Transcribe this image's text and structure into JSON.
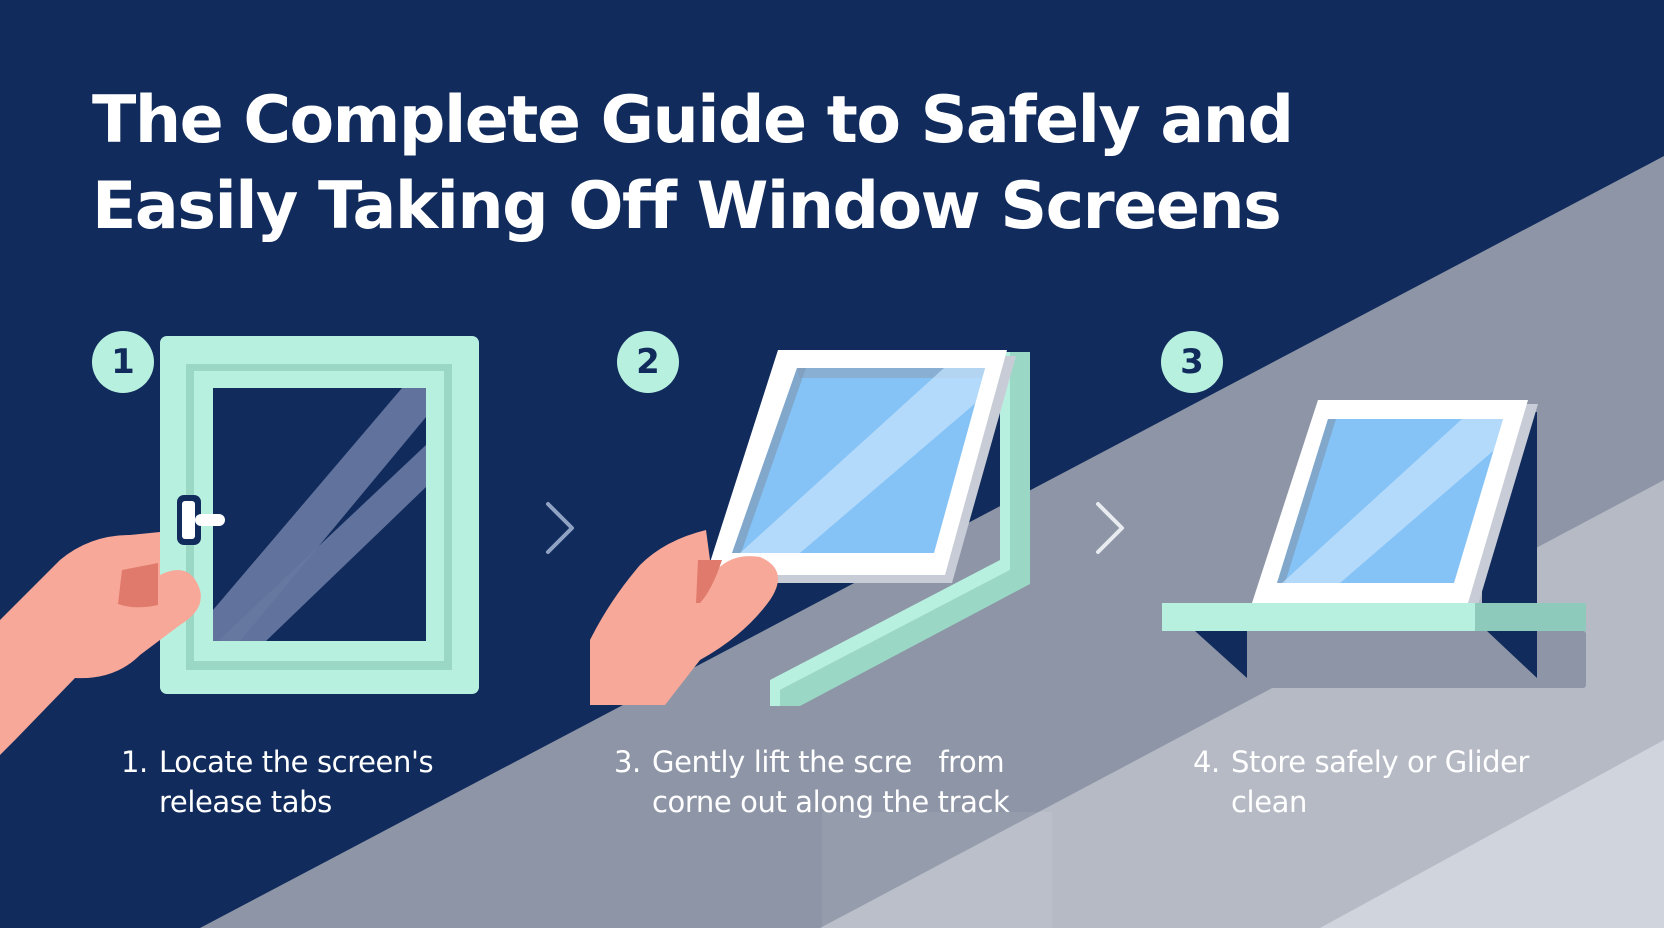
{
  "title": {
    "line1": "The Complete Guide to Safely and",
    "line2": "Easily Taking Off Window Screens"
  },
  "colors": {
    "navy": "#112b5c",
    "band_mid": "#8d95a6",
    "band_light": "#b9bec9",
    "band_lightest": "#d0d4dc",
    "mint": "#b8f0df",
    "mint_dark": "#8ecabb",
    "skin": "#f7a898",
    "skin_shadow": "#e07a6c",
    "glass": "#85c3f7",
    "white": "#ffffff"
  },
  "steps": [
    {
      "badge": "1",
      "number": "1.",
      "lines": [
        "Locate the screen's",
        "release tabs"
      ],
      "illustration": "hand-pressing-release-tab-on-window-frame"
    },
    {
      "badge": "2",
      "number": "3.",
      "lines": [
        "Gently lift the scre   from",
        "corne out along the track"
      ],
      "illustration": "hand-lifting-screen-out-of-track"
    },
    {
      "badge": "3",
      "number": "4.",
      "lines": [
        "Store safely or Glider",
        "clean"
      ],
      "illustration": "screen-resting-on-shelf"
    }
  ],
  "arrows": [
    "chevron-right",
    "chevron-right"
  ]
}
